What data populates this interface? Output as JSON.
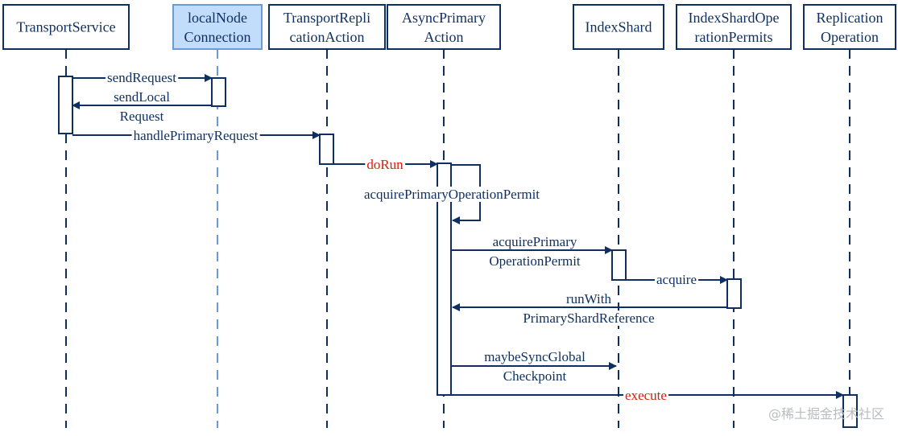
{
  "participants": [
    {
      "id": "transport_service",
      "lines": [
        "TransportService"
      ],
      "highlight": false
    },
    {
      "id": "local_node_connection",
      "lines": [
        "localNode",
        "Connection"
      ],
      "highlight": true
    },
    {
      "id": "transport_replication_action",
      "lines": [
        "TransportRepli",
        "cationAction"
      ],
      "highlight": false
    },
    {
      "id": "async_primary_action",
      "lines": [
        "AsyncPrimary",
        "Action"
      ],
      "highlight": false
    },
    {
      "id": "index_shard",
      "lines": [
        "IndexShard"
      ],
      "highlight": false
    },
    {
      "id": "index_shard_operation_permits",
      "lines": [
        "IndexShardOpe",
        "rationPermits"
      ],
      "highlight": false
    },
    {
      "id": "replication_operation",
      "lines": [
        "Replication",
        "Operation"
      ],
      "highlight": false
    }
  ],
  "messages": [
    {
      "id": "send_request",
      "from": 0,
      "to": 1,
      "lines": [
        "sendRequest"
      ],
      "red": false
    },
    {
      "id": "send_local_request",
      "from": 1,
      "to": 0,
      "lines": [
        "sendLocal",
        "Request"
      ],
      "red": false
    },
    {
      "id": "handle_primary_request",
      "from": 0,
      "to": 2,
      "lines": [
        "handlePrimaryRequest"
      ],
      "red": false
    },
    {
      "id": "do_run",
      "from": 2,
      "to": 3,
      "lines": [
        "doRun"
      ],
      "red": true
    },
    {
      "id": "acquire_primary_operation_permit_self",
      "from": 3,
      "to": 3,
      "lines": [
        "acquirePrimaryOperationPermit"
      ],
      "red": false
    },
    {
      "id": "acquire_primary_operation_permit",
      "from": 3,
      "to": 4,
      "lines": [
        "acquirePrimary",
        "OperationPermit"
      ],
      "red": false
    },
    {
      "id": "acquire",
      "from": 4,
      "to": 5,
      "lines": [
        "acquire"
      ],
      "red": false
    },
    {
      "id": "run_with_primary_shard_reference",
      "from": 5,
      "to": 3,
      "lines": [
        "runWith",
        "PrimaryShardReference"
      ],
      "red": false
    },
    {
      "id": "maybe_sync_global_checkpoint",
      "from": 3,
      "to": 4,
      "lines": [
        "maybeSyncGlobal",
        "Checkpoint"
      ],
      "red": false
    },
    {
      "id": "execute",
      "from": 3,
      "to": 6,
      "lines": [
        "execute"
      ],
      "red": true
    }
  ],
  "watermark": "@稀土掘金技术社区",
  "colors": {
    "ink": "#0e2f5f",
    "red": "#d81e06",
    "highlight_fill": "#c2dcfb",
    "highlight_stroke": "#6a9ad8",
    "watermark": "#b9bcc2"
  }
}
